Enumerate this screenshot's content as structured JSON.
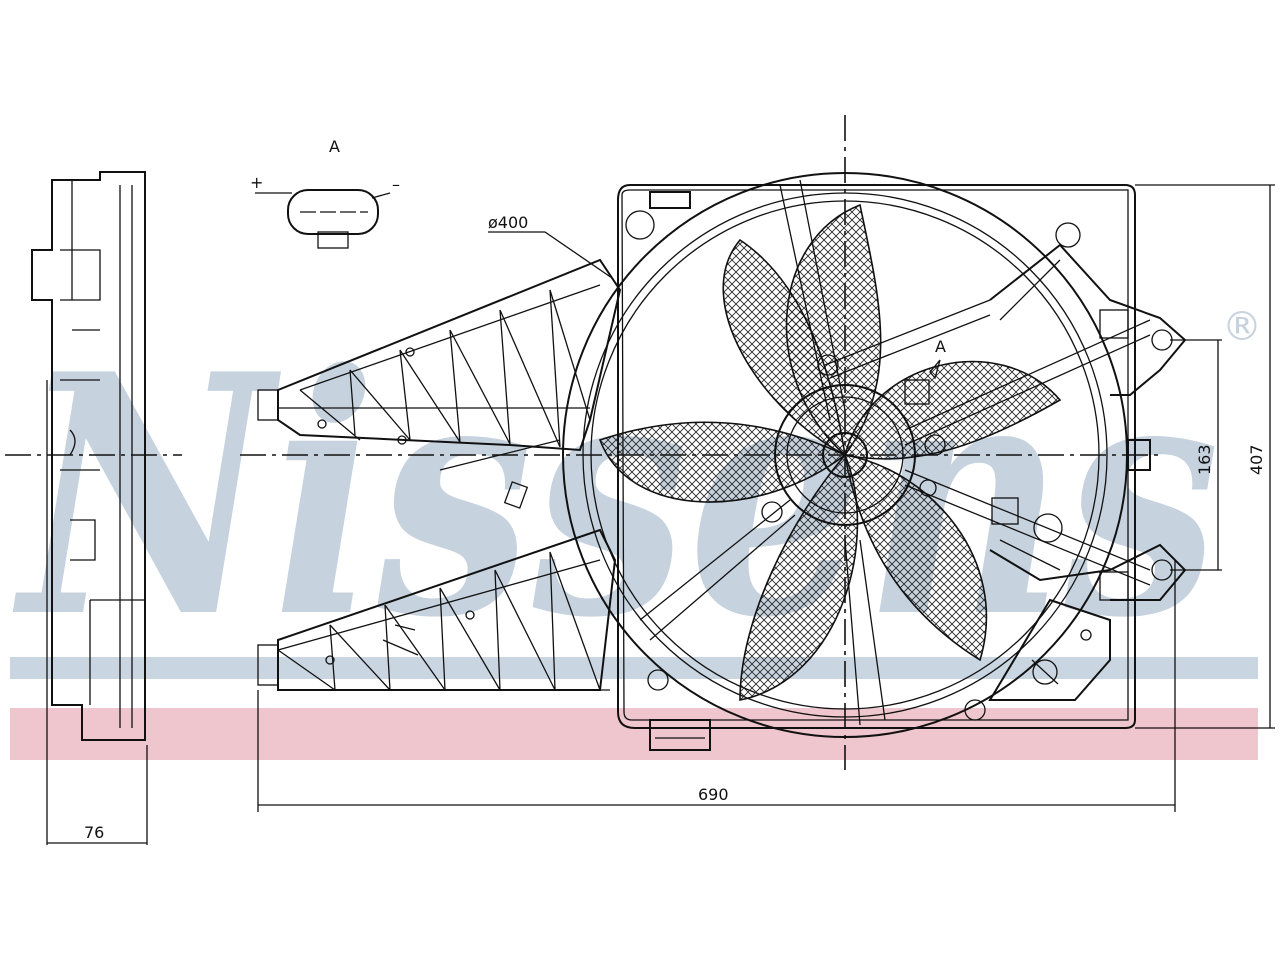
{
  "watermark": {
    "brand": "Nissens",
    "registered": "®",
    "band_colors": {
      "blue": "#c9d6e2",
      "red": "#efc6cd"
    }
  },
  "connector": {
    "view_label": "A",
    "plus": "+",
    "minus": "–"
  },
  "callouts": {
    "diameter": "ø400",
    "detail_ref": "A"
  },
  "dimensions": {
    "width": "690",
    "height": "407",
    "mount_offset": "163",
    "depth": "76"
  }
}
